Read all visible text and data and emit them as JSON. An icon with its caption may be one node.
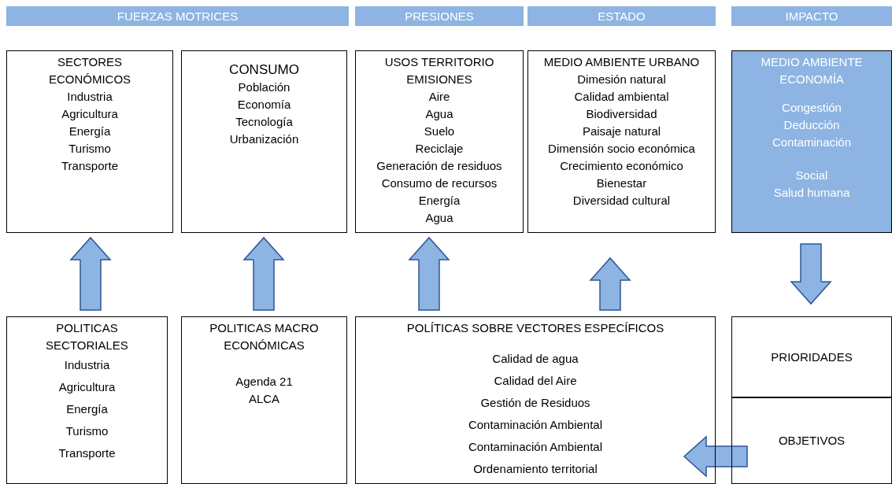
{
  "diagram": {
    "nodes": [
      {
        "text": [
          "FUERZAS MOTRICES"
        ]
      },
      {
        "text": [
          "PRESIONES"
        ]
      },
      {
        "text": [
          "ESTADO"
        ]
      },
      {
        "text": [
          "IMPACTO"
        ]
      },
      {
        "text": [
          "SECTORES ECONÓMICOS",
          "Industria",
          "Agricultura",
          "Energía",
          "Turismo",
          "Transporte"
        ]
      },
      {
        "text": [
          "CONSUMO",
          "Población",
          "Economía",
          "Tecnología",
          "Urbanización"
        ]
      },
      {
        "text": [
          "USOS TERRITORIO",
          "EMISIONES",
          "Aire",
          "Agua",
          "Suelo",
          "Reciclaje",
          "Generación de residuos",
          "Consumo de recursos",
          "Energía",
          "Agua"
        ]
      },
      {
        "text": [
          "MEDIO AMBIENTE URBANO",
          "Dimesión natural",
          "Calidad ambiental",
          "Biodiversidad",
          "Paisaje natural",
          "Dimensión socio económica",
          "Crecimiento económico",
          "Bienestar",
          "Diversidad cultural"
        ]
      },
      {
        "text": [
          "MEDIO AMBIENTE",
          "ECONOMÍA",
          "Congestión",
          "Deducción",
          "Contaminación",
          "Social",
          "Salud humana"
        ]
      },
      {
        "text": [
          "POLITICAS SECTORIALES",
          "Industria",
          "Agricultura",
          "Energía",
          "Turismo",
          "Transporte"
        ]
      },
      {
        "text": [
          "POLITICAS MACRO ECONÓMICAS",
          "Agenda 21",
          "ALCA"
        ]
      },
      {
        "text": [
          "POLÍTICAS SOBRE VECTORES ESPECÍFICOS",
          "Calidad de agua",
          "Calidad del Aire",
          "Gestión de Residuos",
          "Contaminación Ambiental",
          "Contaminación Ambiental",
          "Ordenamiento territorial"
        ]
      },
      {
        "text": [
          "PRIORIDADES"
        ]
      },
      {
        "text": [
          "OBJETIVOS"
        ]
      }
    ],
    "edges": [
      {
        "from": 9,
        "to": 4,
        "arrow": "to"
      },
      {
        "from": 10,
        "to": 5,
        "arrow": "to"
      },
      {
        "from": 11,
        "to": 6,
        "arrow": "to"
      },
      {
        "from": 11,
        "to": 7,
        "arrow": "to"
      },
      {
        "from": 8,
        "to": 12,
        "arrow": "to"
      },
      {
        "from": 13,
        "to": 11,
        "arrow": "to"
      }
    ]
  }
}
